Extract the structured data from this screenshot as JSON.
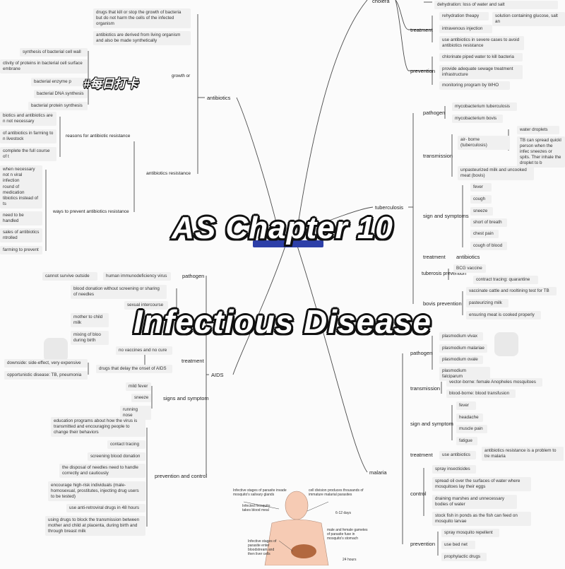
{
  "title": {
    "line1": "AS Chapter 10",
    "line2": "Infectious Disease"
  },
  "sticker": "#每日打卡",
  "branches": {
    "cholera": "cholera",
    "tuberculosis": "tuberculosis",
    "malaria": "malaria",
    "aids": "AIDS",
    "antibiotics": "antibiotics"
  },
  "cholera": {
    "dehydration": "dehydration: loss of water and salt",
    "treatment": "treatment",
    "rehydration": "rehydration theapy",
    "rehydration_solution": "solution containing glucose, salt an",
    "intravenous": "intravenous injection",
    "use_antibiotics": "use antibiotics in severe cases to avoid antibiotics resistance",
    "prevention": "prevention",
    "chlorinate": "chlorinate piped water to kill bacteria",
    "sewage": "provide adequate sewage treatment infrastructure",
    "monitoring": "monitoring program by WHO"
  },
  "tb": {
    "pathogen": "pathogen",
    "myco_tb": "mycobacterium tuberculosis",
    "myco_bovis": "mycobacterium bovis",
    "transmission": "transmission",
    "airborne": "air- borne (tuberculosis)",
    "water_droplets": "water droplets",
    "spread": "TB can spread quickl person when the infec sneezes or spits. Ther inhale the droplet to b",
    "milk": "unpasteurized milk and uncooked meat (bovis)",
    "sign": "sign and symptoms",
    "symptoms": [
      "fever",
      "cough",
      "sneeze",
      "short of breath",
      "chest pain",
      "cough of blood"
    ],
    "treatment": "treatment",
    "treatment_antibiotics": "antibiotics",
    "tuberosis_prevention": "tuberosis prevention",
    "bcg": "BCG vaccine",
    "contract_tracing": "contract tracing: quarantine",
    "bovis_prevention": "bovis prevention",
    "vaccinate_cattle": "vaccinate cattle and rooltining test for TB",
    "pasteurizing": "pasteurizing milk",
    "meat_cooked": "ensuring meat is cooked properly"
  },
  "malaria": {
    "pathogen": "pathogen",
    "vivax": "plasmodium vivax",
    "malariae": "plasmodium malariae",
    "ovale": "plasmodium ovale",
    "falciparum": "plasmodium falciparum",
    "transmission": "transmission",
    "vector": "vector-borne: female Anopheles mosquitoes",
    "blood_borne": "blood-borne: blood transfusion",
    "sign": "sign and symptom",
    "symptoms": [
      "fever",
      "headache",
      "muscle pain",
      "fatigue"
    ],
    "treatment": "treatment",
    "use_antibiotics": "use antibiotics",
    "resistance_problem": "antibiotics resistance is a problem to tre malaria",
    "control": "control",
    "spray_insecticides": "spray insecticides",
    "spread_oil": "spread oil over the surfaces of water where mosquitoes lay their eggs",
    "draining": "draining marshes and unnecessary bodies of water",
    "stock_fish": "stock fish in ponds as the fish can feed on mosquito larvae",
    "prevention": "prevention",
    "repellent": "spray mosquito repellent",
    "bed_net": "use bed net",
    "prophylactic": "prophylactic drugs"
  },
  "aids": {
    "pathogen": "pathogen",
    "hiv": "human immunodeficiency virus",
    "cannot_survive": "cannot survive outside",
    "blood_donation": "blood donation without screening or sharing of needles",
    "sexual": "sexual intercourse",
    "mother_child": "mother to child milk",
    "mixing_blood": "mixing of bloo during birth",
    "treatment": "treatment",
    "no_vaccine": "no vaccines and no cure",
    "drugs_delay": "drugs that delay the onset of AIDS",
    "downside": "downside: side-effect, very expensive",
    "opportunistic": "opportunistic disease: TB, pneumonia",
    "signs": "signs and symptom",
    "symptoms": [
      "mild fever",
      "sneeze",
      "running nose"
    ],
    "prevention_control": "prevention and control",
    "education": "education programs about how the virus is transmitted and encouraging people to change their behaviors",
    "contact_tracing": "contact tracing",
    "screening": "screening blood donation",
    "needles": "the disposal of needles need to handle correctly and cautiously",
    "high_risk": "encourage high-risk individuals (male-homosexual, prostitutes, injecting drug users to be tested)",
    "anti_retroviral": "use anti-retroviral drugs in 48 hours",
    "block_transmission": "using drugs to block the transmission between mother and child at placenta, during birth and through breast milk"
  },
  "antibiotics": {
    "definition": "drugs that kill or stop the growth of bacteria but do not harm the cells of the infected organism",
    "derived": "antibiotics are derived from living organism and also be made synthetically",
    "growth_or": "growth or",
    "synthesis_wall": "synthesis of bacterial cell wall",
    "activity_proteins": "ctivity of proteins in bacterial cell surface embrane",
    "enzyme": "bacterial enzyme p",
    "dna": "bacterial DNA synthesis",
    "protein_synthesis": "bacterial protein synthesis",
    "resistance": "antibiotics resistance",
    "reasons": "reasons for antibiotic resistance",
    "reason1": "biotics and antibiotics are n not necessary",
    "reason2": "of antibiotics in farming to n livestock",
    "reason3": "complete the full course of t",
    "ways": "ways to prevent antibiotics resistance",
    "way1": "when necessary not n viral infection",
    "way2": "round of medication",
    "way3": "tibiotics instead of ts",
    "way4": "need to be handled",
    "way5": "sales of antibiotics ntrolled",
    "way6": "farming to prevent"
  },
  "lifecycle": {
    "label1": "Infective stages of parasite invade mosquito's salivary glands",
    "label2": "cell division produces thousands of immature malarial parasites",
    "label3": "6-12 days",
    "label4": "Infected mosquito takes blood meal",
    "label5": "male and female gametes of parasite fuse in mosquito's stomach",
    "label6": "Infective stages of parasite enter bloodstream and then liver cells",
    "label7": "24 hours"
  }
}
